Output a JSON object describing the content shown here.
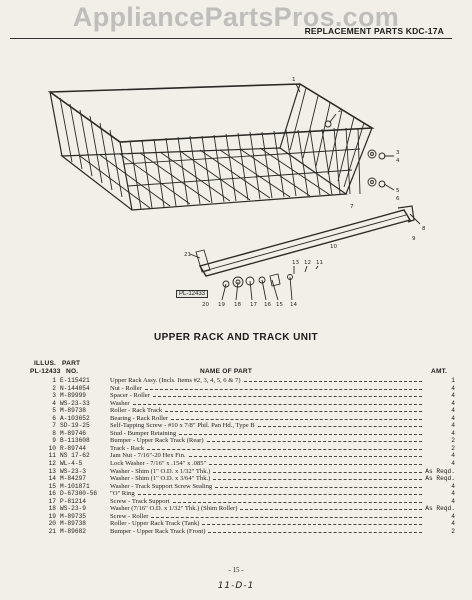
{
  "watermark": "AppliancePartsPros.com",
  "header": "REPLACEMENT PARTS KDC-17A",
  "diagram": {
    "ref_code": "PL-12433",
    "callouts": [
      "1",
      "2",
      "3",
      "4",
      "5",
      "6",
      "7",
      "8",
      "9",
      "10",
      "11",
      "12",
      "13",
      "14",
      "15",
      "16",
      "17",
      "18",
      "19",
      "20",
      "21"
    ]
  },
  "section_title": "UPPER RACK AND TRACK UNIT",
  "columns": {
    "illus_top": "ILLUS.",
    "illus_bottom": "PL-12433",
    "part_top": "PART",
    "part_bottom": "NO.",
    "name": "NAME OF PART",
    "amt": "AMT."
  },
  "parts": [
    {
      "illus": "1",
      "part": "E-115421",
      "name": "Upper Rack Assy. (Incls. Items #2, 3, 4, 5, 6 & 7)",
      "amt": "1"
    },
    {
      "illus": "2",
      "part": "N-144054",
      "name": "Nut - Roller",
      "amt": "4"
    },
    {
      "illus": "3",
      "part": "M-89999",
      "name": "Spacer - Roller",
      "amt": "4"
    },
    {
      "illus": "4",
      "part": "WS-23-33",
      "name": "Washer",
      "amt": "4"
    },
    {
      "illus": "5",
      "part": "M-89738",
      "name": "Roller - Rack Track",
      "amt": "4"
    },
    {
      "illus": "6",
      "part": "A-103652",
      "name": "Bearing - Rack Roller",
      "amt": "4"
    },
    {
      "illus": "7",
      "part": "SD-19-25",
      "name": "Self-Tapping Screw - #10 x 7/8\" Phil. Pan Hd., Type B",
      "amt": "4"
    },
    {
      "illus": "8",
      "part": "M-89746",
      "name": "Stud - Bumper Retaining",
      "amt": "4"
    },
    {
      "illus": "9",
      "part": "B-113608",
      "name": "Bumper - Upper Rack Track (Rear)",
      "amt": "2"
    },
    {
      "illus": "10",
      "part": "R-89744",
      "name": "Track - Rack",
      "amt": "2"
    },
    {
      "illus": "11",
      "part": "NS 17-62",
      "name": "Jam Nut - 7/16\"-20 Hex Fin.",
      "amt": "4"
    },
    {
      "illus": "12",
      "part": "WL-4-5",
      "name": "Lock Washer - 7/16\" x .154\" x .085\"",
      "amt": "4"
    },
    {
      "illus": "13",
      "part": "WS-23-3",
      "name": "Washer - Shim (1\" O.D. x 1/32\" Thk.)",
      "amt": "As Reqd."
    },
    {
      "illus": "14",
      "part": "M-84297",
      "name": "Washer - Shim (1\" O.D. x 3/64\" Thk.)",
      "amt": "As Reqd."
    },
    {
      "illus": "15",
      "part": "M-101871",
      "name": "Washer - Track Support Screw Sealing",
      "amt": "4"
    },
    {
      "illus": "16",
      "part": "D-67300-56",
      "name": "\"O\" Ring",
      "amt": "4"
    },
    {
      "illus": "17",
      "part": "P-81214",
      "name": "Screw - Track Support",
      "amt": "4"
    },
    {
      "illus": "18",
      "part": "WS-23-9",
      "name": "Washer (7/16\" O.D. x 1/32\" Thk.) (Shim Roller)",
      "amt": "As Reqd."
    },
    {
      "illus": "19",
      "part": "M-89735",
      "name": "Screw - Roller",
      "amt": "4"
    },
    {
      "illus": "20",
      "part": "M-89738",
      "name": "Roller - Upper Rack Track (Tank)",
      "amt": "4"
    },
    {
      "illus": "21",
      "part": "M-89682",
      "name": "Bumper - Upper Rack Track (Front)",
      "amt": "2"
    }
  ],
  "page_number": "- 15 -",
  "handwritten": "11-D-1"
}
